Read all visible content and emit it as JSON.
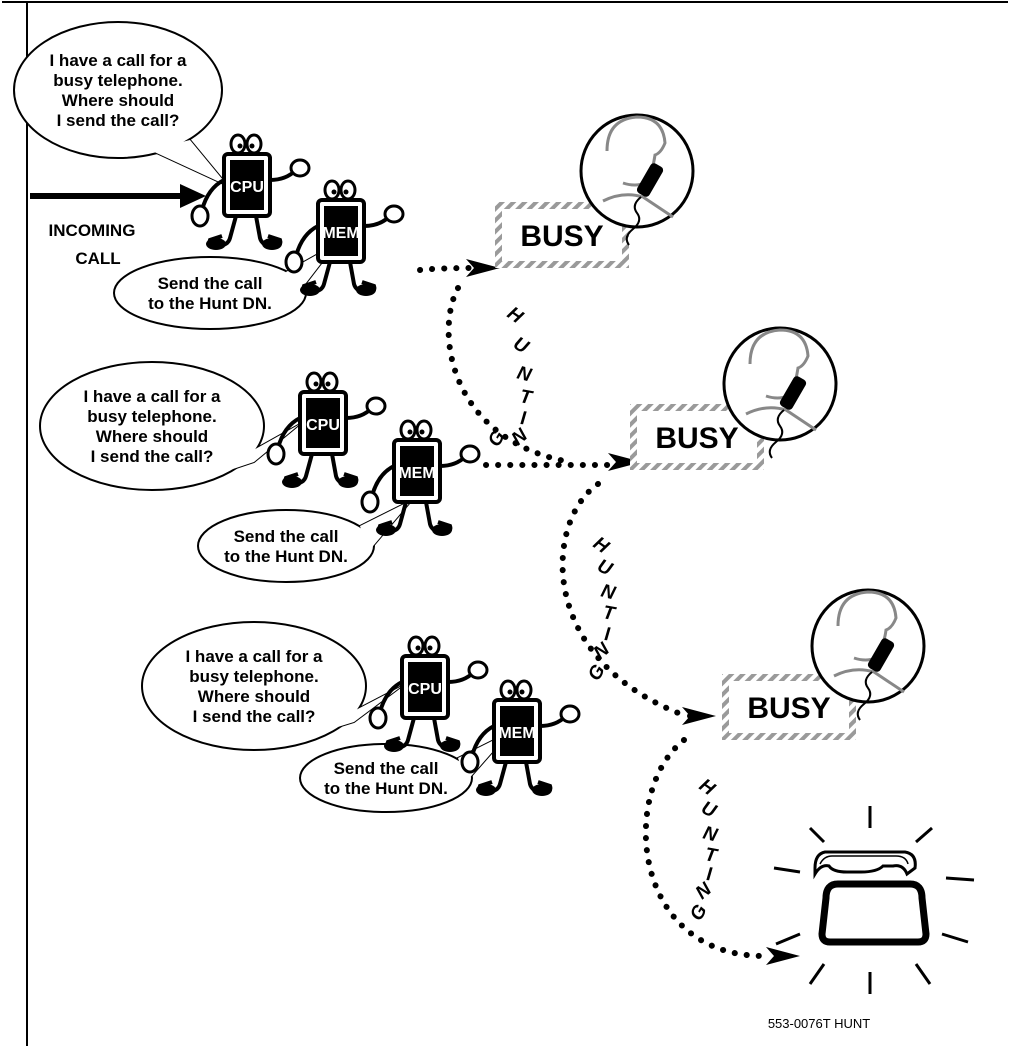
{
  "incoming": {
    "line1": "INCOMING",
    "line2": "CALL"
  },
  "scenes": [
    {
      "cpu_bubble": [
        "I have a call for a",
        "busy telephone.",
        "Where should",
        "I send the call?"
      ],
      "mem_bubble": [
        "Send the call",
        "to the Hunt DN."
      ],
      "busy_label": "BUSY"
    },
    {
      "cpu_bubble": [
        "I have a call for a",
        "busy telephone.",
        "Where should",
        "I send the call?"
      ],
      "mem_bubble": [
        "Send the call",
        "to the Hunt DN."
      ],
      "busy_label": "BUSY"
    },
    {
      "cpu_bubble": [
        "I have a call for a",
        "busy telephone.",
        "Where should",
        "I send the call?"
      ],
      "mem_bubble": [
        "Send the call",
        "to the Hunt DN."
      ],
      "busy_label": "BUSY"
    }
  ],
  "hunting_label": "HUNTING",
  "cpu_chip_label": "CPU",
  "mem_chip_label": "MEM",
  "figure_id": "553-0076T HUNT"
}
